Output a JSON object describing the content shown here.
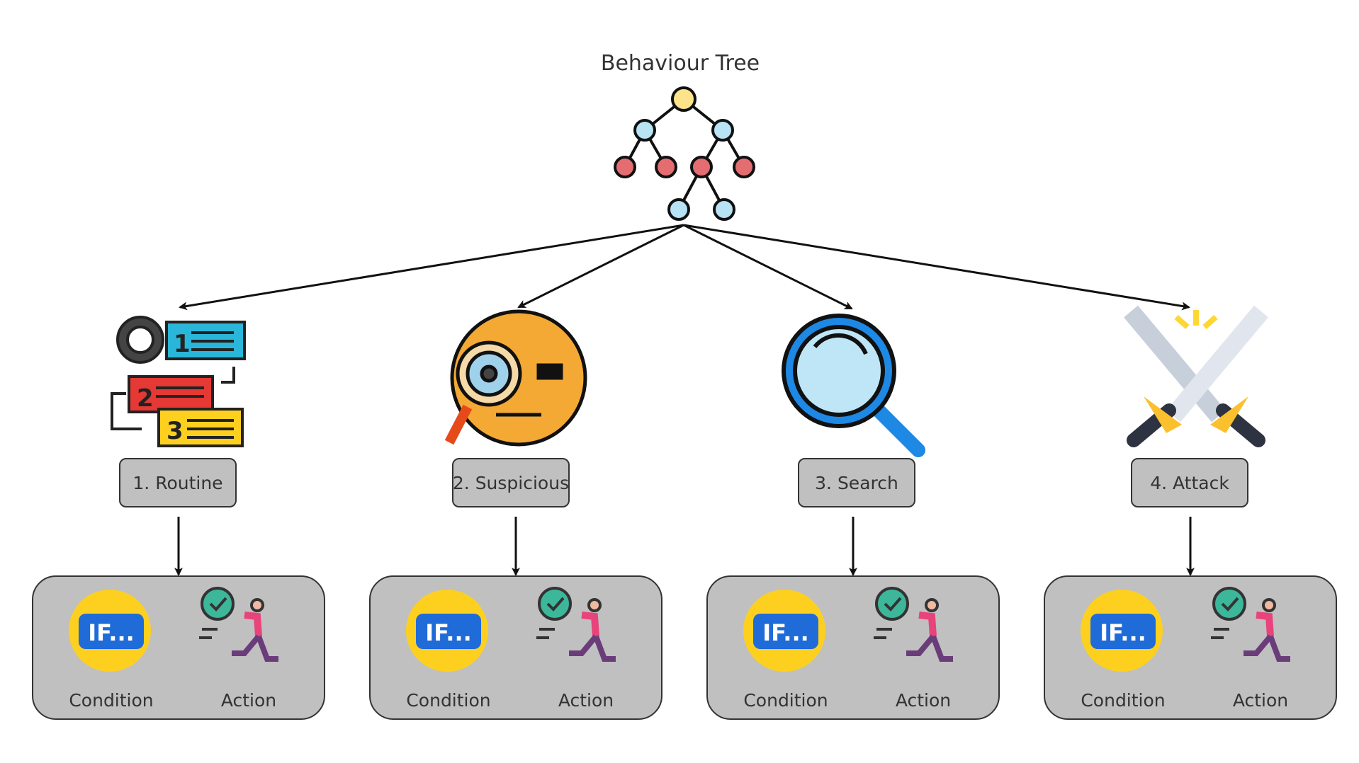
{
  "diagram": {
    "title": "Behaviour Tree",
    "states": [
      {
        "label": "1. Routine",
        "icon": "numbered-list-gear-icon"
      },
      {
        "label": "2. Suspicious",
        "icon": "monocle-face-icon"
      },
      {
        "label": "3. Search",
        "icon": "magnifier-icon"
      },
      {
        "label": "4. Attack",
        "icon": "crossed-swords-icon"
      }
    ],
    "groups": [
      {
        "condition_label": "Condition",
        "action_label": "Action",
        "condition_icon_text": "IF..."
      },
      {
        "condition_label": "Condition",
        "action_label": "Action",
        "condition_icon_text": "IF..."
      },
      {
        "condition_label": "Condition",
        "action_label": "Action",
        "condition_icon_text": "IF..."
      },
      {
        "condition_label": "Condition",
        "action_label": "Action",
        "condition_icon_text": "IF..."
      }
    ],
    "colors": {
      "box_fill": "#c0c0c0",
      "stroke": "#1a1a1a",
      "tree_root": "#fde38a",
      "tree_blue": "#b7e3f5",
      "tree_red": "#e36d70",
      "if_yellow": "#fdd020",
      "if_blue": "#1f6bd8",
      "runner": "#e8437a"
    }
  }
}
